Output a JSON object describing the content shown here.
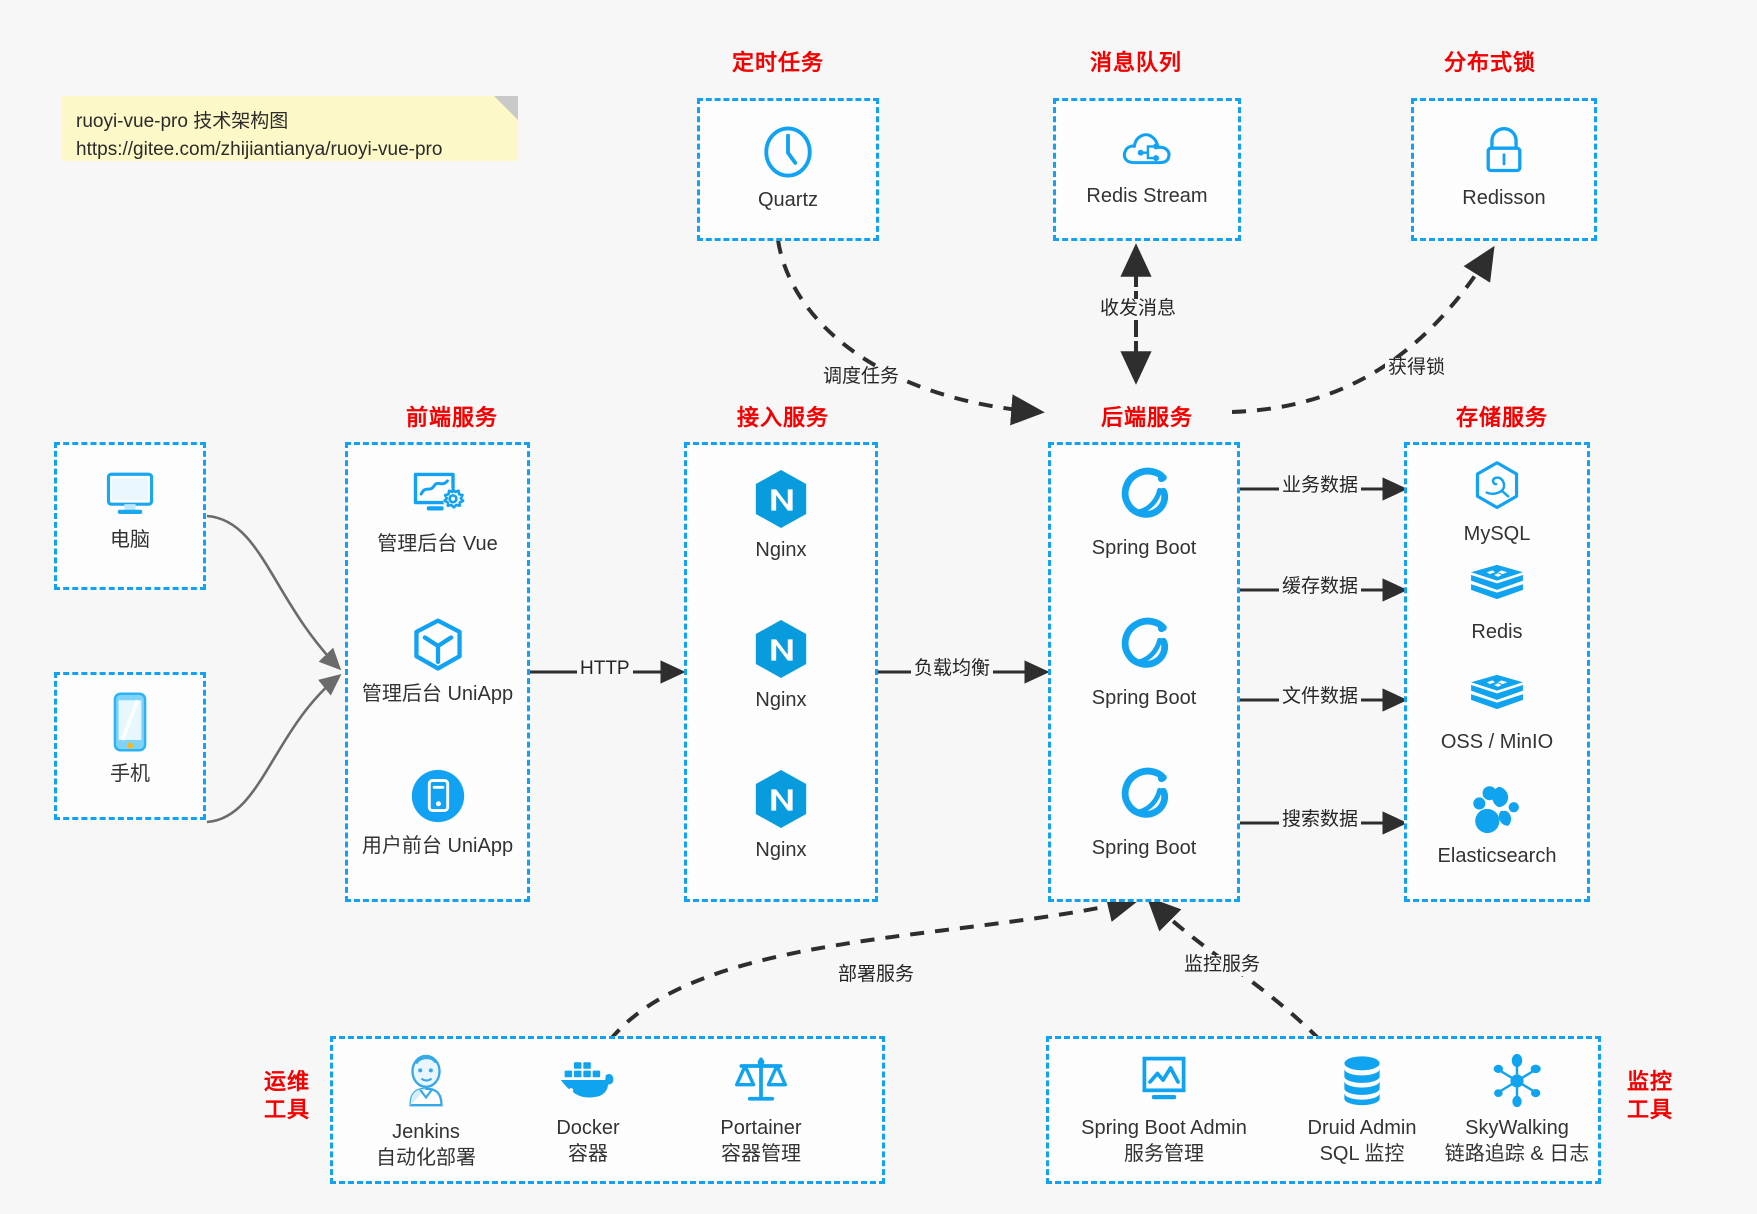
{
  "note": {
    "line1": "ruoyi-vue-pro 技术架构图",
    "line2": "https://gitee.com/zhijiantianya/ruoyi-vue-pro"
  },
  "colors": {
    "accent_blue": "#11a2f3",
    "icon_blue": "#0f9ae8",
    "heading_red": "#f40000",
    "background": "#f7f7f7",
    "note_yellow": "#fcf8c8",
    "arrow_gray": "#3c3c3c"
  },
  "groups": {
    "scheduled_task": {
      "title": "定时任务",
      "items": [
        {
          "label": "Quartz",
          "icon": "clock-icon"
        }
      ]
    },
    "message_queue": {
      "title": "消息队列",
      "items": [
        {
          "label": "Redis Stream",
          "icon": "cloud-stream-icon"
        }
      ]
    },
    "distributed_lock": {
      "title": "分布式锁",
      "items": [
        {
          "label": "Redisson",
          "icon": "lock-icon"
        }
      ]
    },
    "clients": {
      "items": [
        {
          "label": "电脑",
          "icon": "desktop-icon"
        },
        {
          "label": "手机",
          "icon": "mobile-icon"
        }
      ]
    },
    "frontend": {
      "title": "前端服务",
      "items": [
        {
          "label": "管理后台 Vue",
          "icon": "dashboard-icon"
        },
        {
          "label": "管理后台 UniApp",
          "icon": "cube-icon"
        },
        {
          "label": "用户前台 UniApp",
          "icon": "phone-round-icon"
        }
      ]
    },
    "gateway": {
      "title": "接入服务",
      "items": [
        {
          "label": "Nginx",
          "icon": "nginx-icon"
        },
        {
          "label": "Nginx",
          "icon": "nginx-icon"
        },
        {
          "label": "Nginx",
          "icon": "nginx-icon"
        }
      ]
    },
    "backend": {
      "title": "后端服务",
      "items": [
        {
          "label": "Spring Boot",
          "icon": "spring-boot-icon"
        },
        {
          "label": "Spring Boot",
          "icon": "spring-boot-icon"
        },
        {
          "label": "Spring Boot",
          "icon": "spring-boot-icon"
        }
      ]
    },
    "storage": {
      "title": "存储服务",
      "items": [
        {
          "label": "MySQL",
          "icon": "mysql-icon"
        },
        {
          "label": "Redis",
          "icon": "redis-icon"
        },
        {
          "label": "OSS / MinIO",
          "icon": "oss-minio-icon"
        },
        {
          "label": "Elasticsearch",
          "icon": "elasticsearch-icon"
        }
      ]
    },
    "devops": {
      "title_line1": "运维",
      "title_line2": "工具",
      "items": [
        {
          "name": "Jenkins",
          "desc": "自动化部署",
          "icon": "jenkins-icon"
        },
        {
          "name": "Docker",
          "desc": "容器",
          "icon": "docker-icon"
        },
        {
          "name": "Portainer",
          "desc": "容器管理",
          "icon": "scales-icon"
        }
      ]
    },
    "monitoring": {
      "title_line1": "监控",
      "title_line2": "工具",
      "items": [
        {
          "name": "Spring Boot Admin",
          "desc": "服务管理",
          "icon": "monitor-chart-icon"
        },
        {
          "name": "Druid Admin",
          "desc": "SQL 监控",
          "icon": "database-icon"
        },
        {
          "name": "SkyWalking",
          "desc": "链路追踪 & 日志",
          "icon": "skywalking-icon"
        }
      ]
    }
  },
  "edges": [
    {
      "id": "http",
      "label": "HTTP",
      "style": "solid"
    },
    {
      "id": "lb",
      "label": "负载均衡",
      "style": "solid"
    },
    {
      "id": "biz-data",
      "label": "业务数据",
      "style": "solid"
    },
    {
      "id": "cache-data",
      "label": "缓存数据",
      "style": "solid"
    },
    {
      "id": "file-data",
      "label": "文件数据",
      "style": "solid"
    },
    {
      "id": "search-data",
      "label": "搜索数据",
      "style": "solid"
    },
    {
      "id": "schedule",
      "label": "调度任务",
      "style": "dashed"
    },
    {
      "id": "message",
      "label": "收发消息",
      "style": "dashed"
    },
    {
      "id": "lock",
      "label": "获得锁",
      "style": "dashed"
    },
    {
      "id": "deploy",
      "label": "部署服务",
      "style": "dashed"
    },
    {
      "id": "monitor",
      "label": "监控服务",
      "style": "dashed"
    }
  ]
}
